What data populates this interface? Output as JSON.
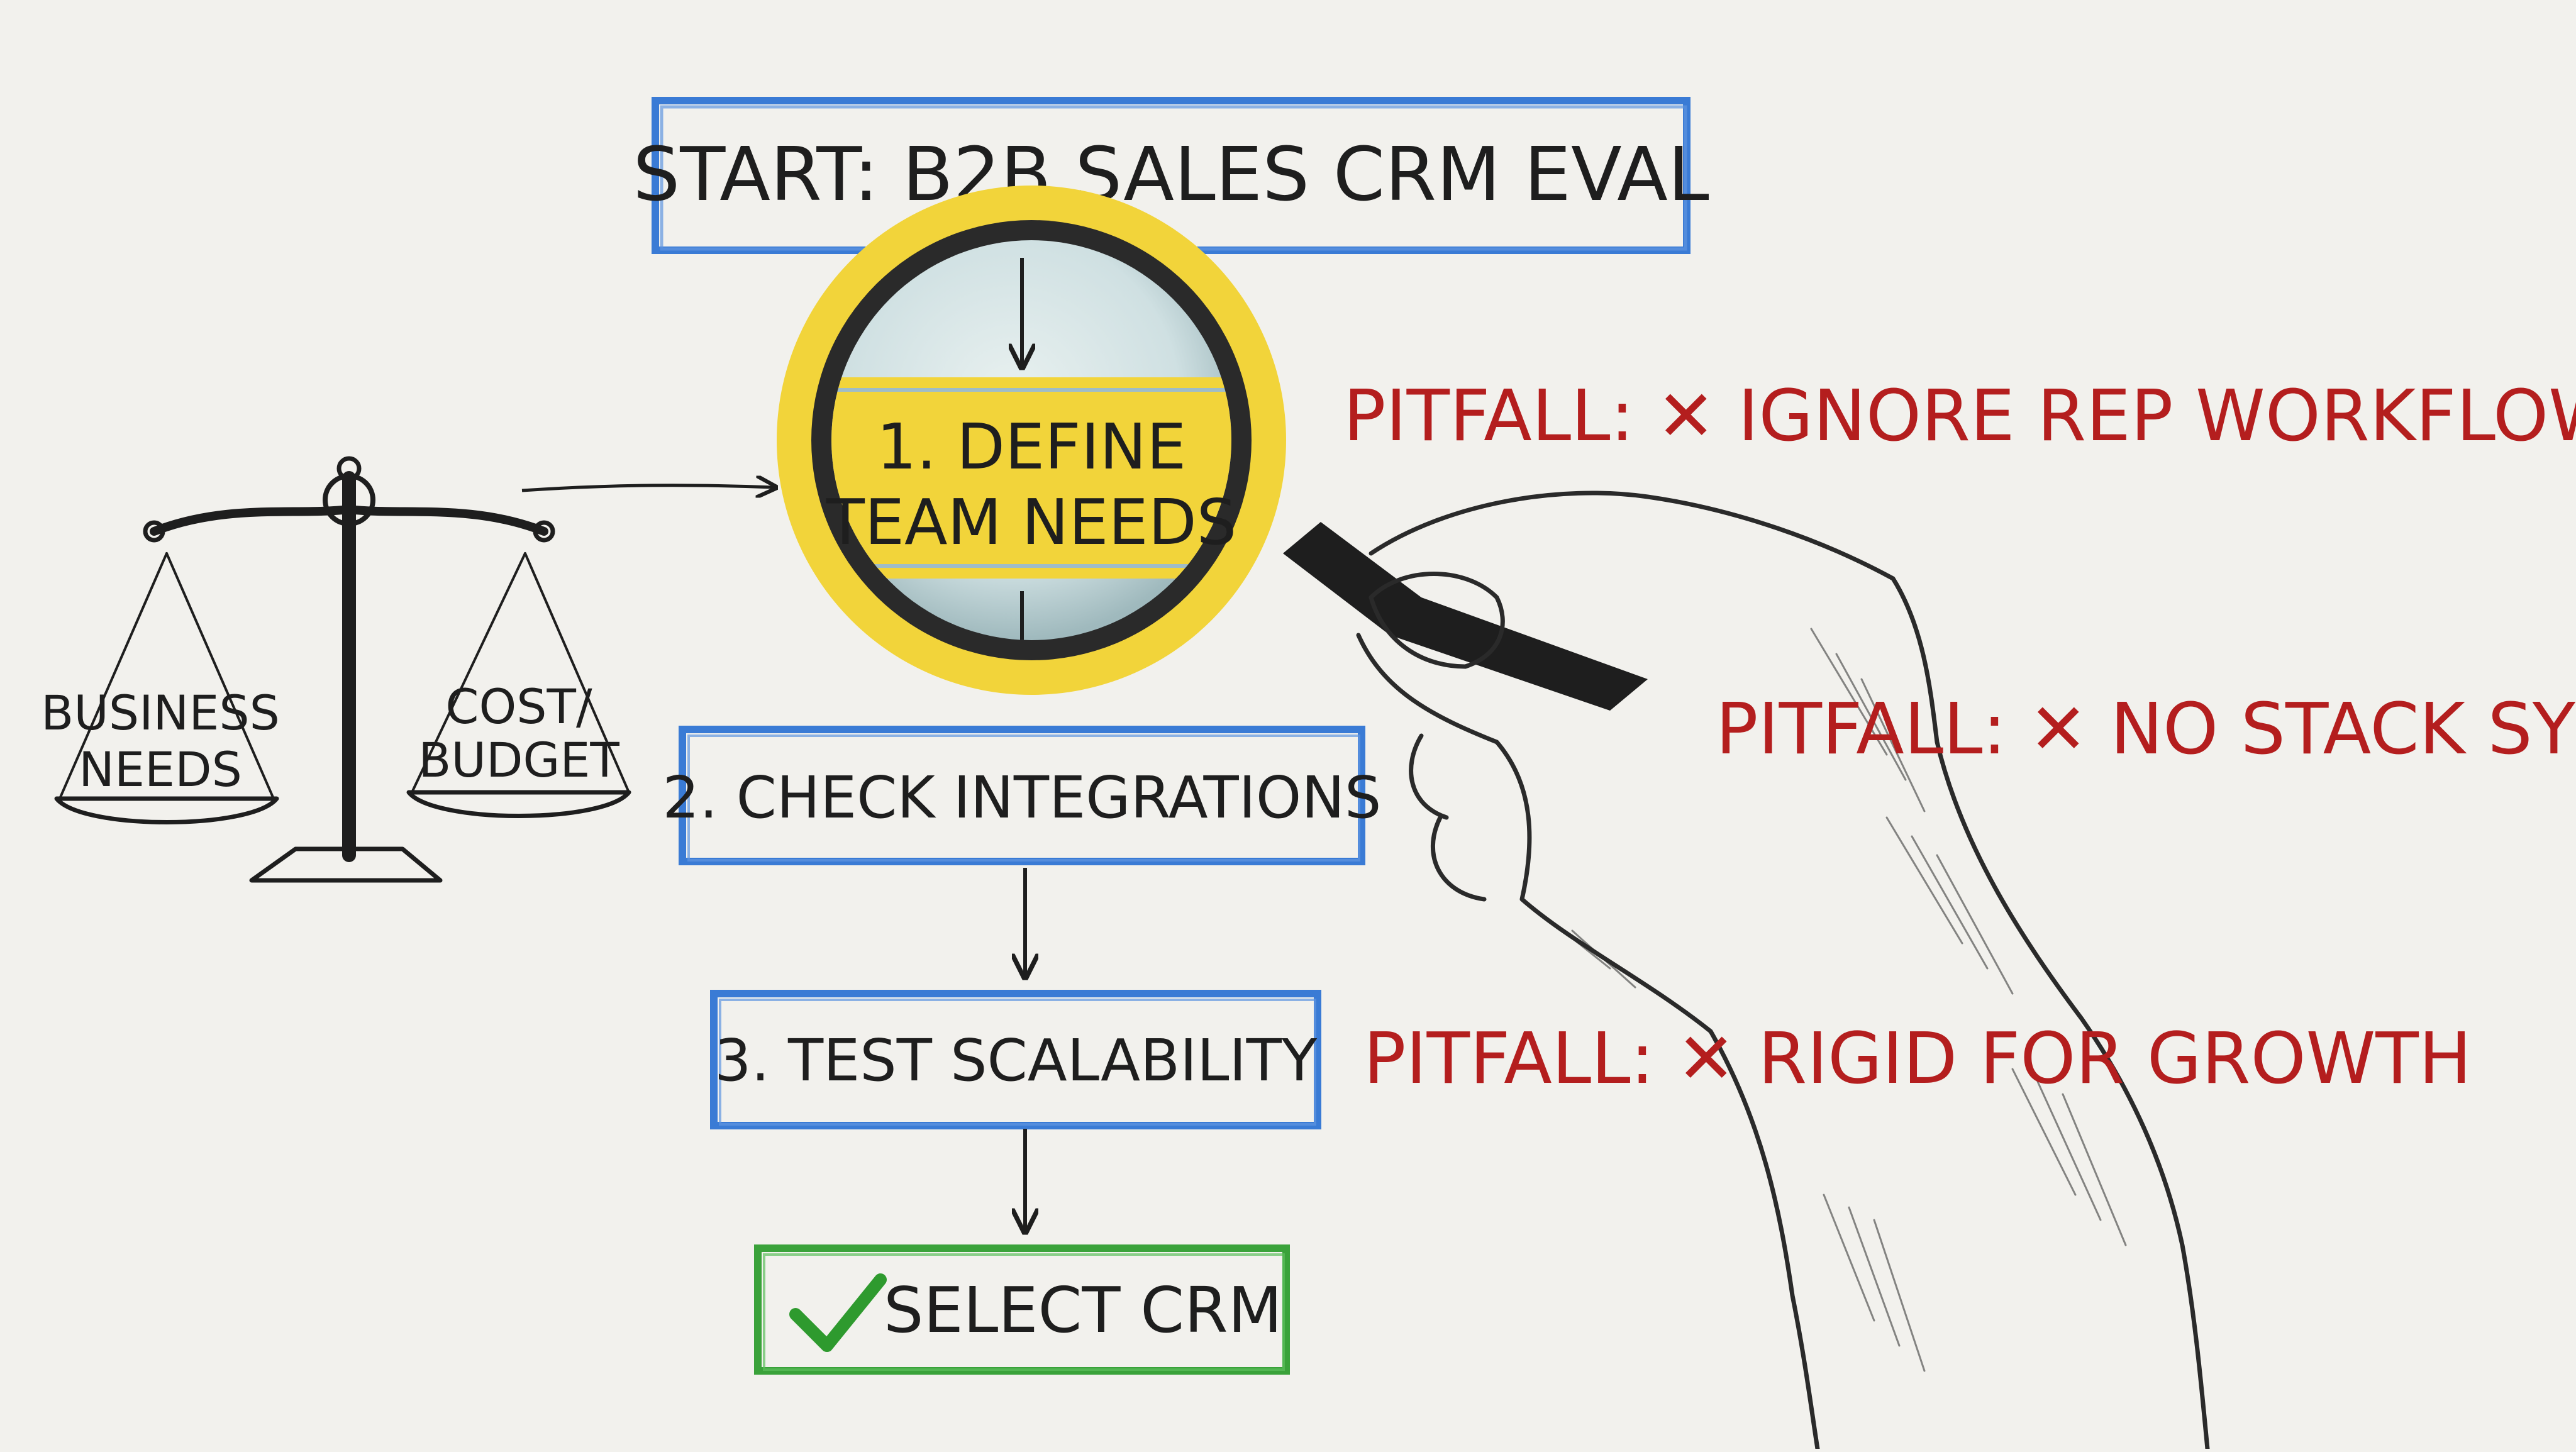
{
  "flow": {
    "start": "START: B2B SALES CRM EVAL",
    "step1_line1": "1. DEFINE",
    "step1_line2": "TEAM NEEDS",
    "step2": "2. CHECK INTEGRATIONS",
    "step3": "3. TEST SCALABILITY",
    "final": "SELECT CRM"
  },
  "pitfalls": {
    "p1": "PITFALL: ✕ IGNORE REP WORKFLOW",
    "p2": "PITFALL: ✕ NO STACK SYNC",
    "p3": "PITFALL: ✕ RIGID FOR GROWTH"
  },
  "scale": {
    "left_line1": "BUSINESS",
    "left_line2": "NEEDS",
    "right_line1": "COST/",
    "right_line2": "BUDGET"
  },
  "colors": {
    "box_border": "#3a7bd5",
    "final_border": "#3aa23a",
    "pitfall_text": "#b41e1e",
    "highlight": "#f2d43a",
    "ink": "#1e1e1e",
    "check": "#2e9a2e"
  },
  "icons": [
    "balance-scale-icon",
    "magnifying-glass-icon",
    "hand-illustration",
    "check-icon",
    "arrow-down-icon",
    "arrow-right-icon"
  ]
}
